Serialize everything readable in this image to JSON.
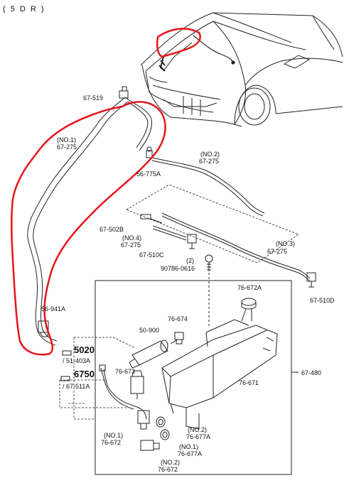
{
  "header": {
    "variant": "( 5 D R )"
  },
  "labels": {
    "l67519": "67-519",
    "no1_a": "(NO.1)",
    "l67275_a": "67-275",
    "l56775A": "56-775A",
    "no2_a": "(NO.2)",
    "l67275_b": "67-275",
    "l67502B": "67-502B",
    "no4": "(NO.4)",
    "l67275_c": "67-275",
    "l67510C": "67-510C",
    "no2_b": "(2)",
    "l90786": "90786-0616",
    "no3": "(NO.3)",
    "l67275_d": "67-275",
    "l67510D": "67-510D",
    "l56941A": "56-941A",
    "l76672A": "76-672A",
    "l76674": "76-674",
    "l50900": "50-900",
    "l5020": "5020",
    "l51403A": "/ 51-403A",
    "l6750": "6750",
    "l67511A": "/ 67-511A",
    "l76673": "76-673",
    "l76671": "76-671",
    "l67480": "67-480",
    "no2_c": "(NO.2)",
    "l76677A_a": "76-677A",
    "no1_b": "(NO.1)",
    "l76672_a": "76-672",
    "no1_c": "(NO.1)",
    "l76677A_b": "76-677A",
    "no2_d": "(NO.2)",
    "l76672_b": "76-672"
  },
  "colors": {
    "ink": "#222222",
    "annotation": "#e8141c"
  }
}
